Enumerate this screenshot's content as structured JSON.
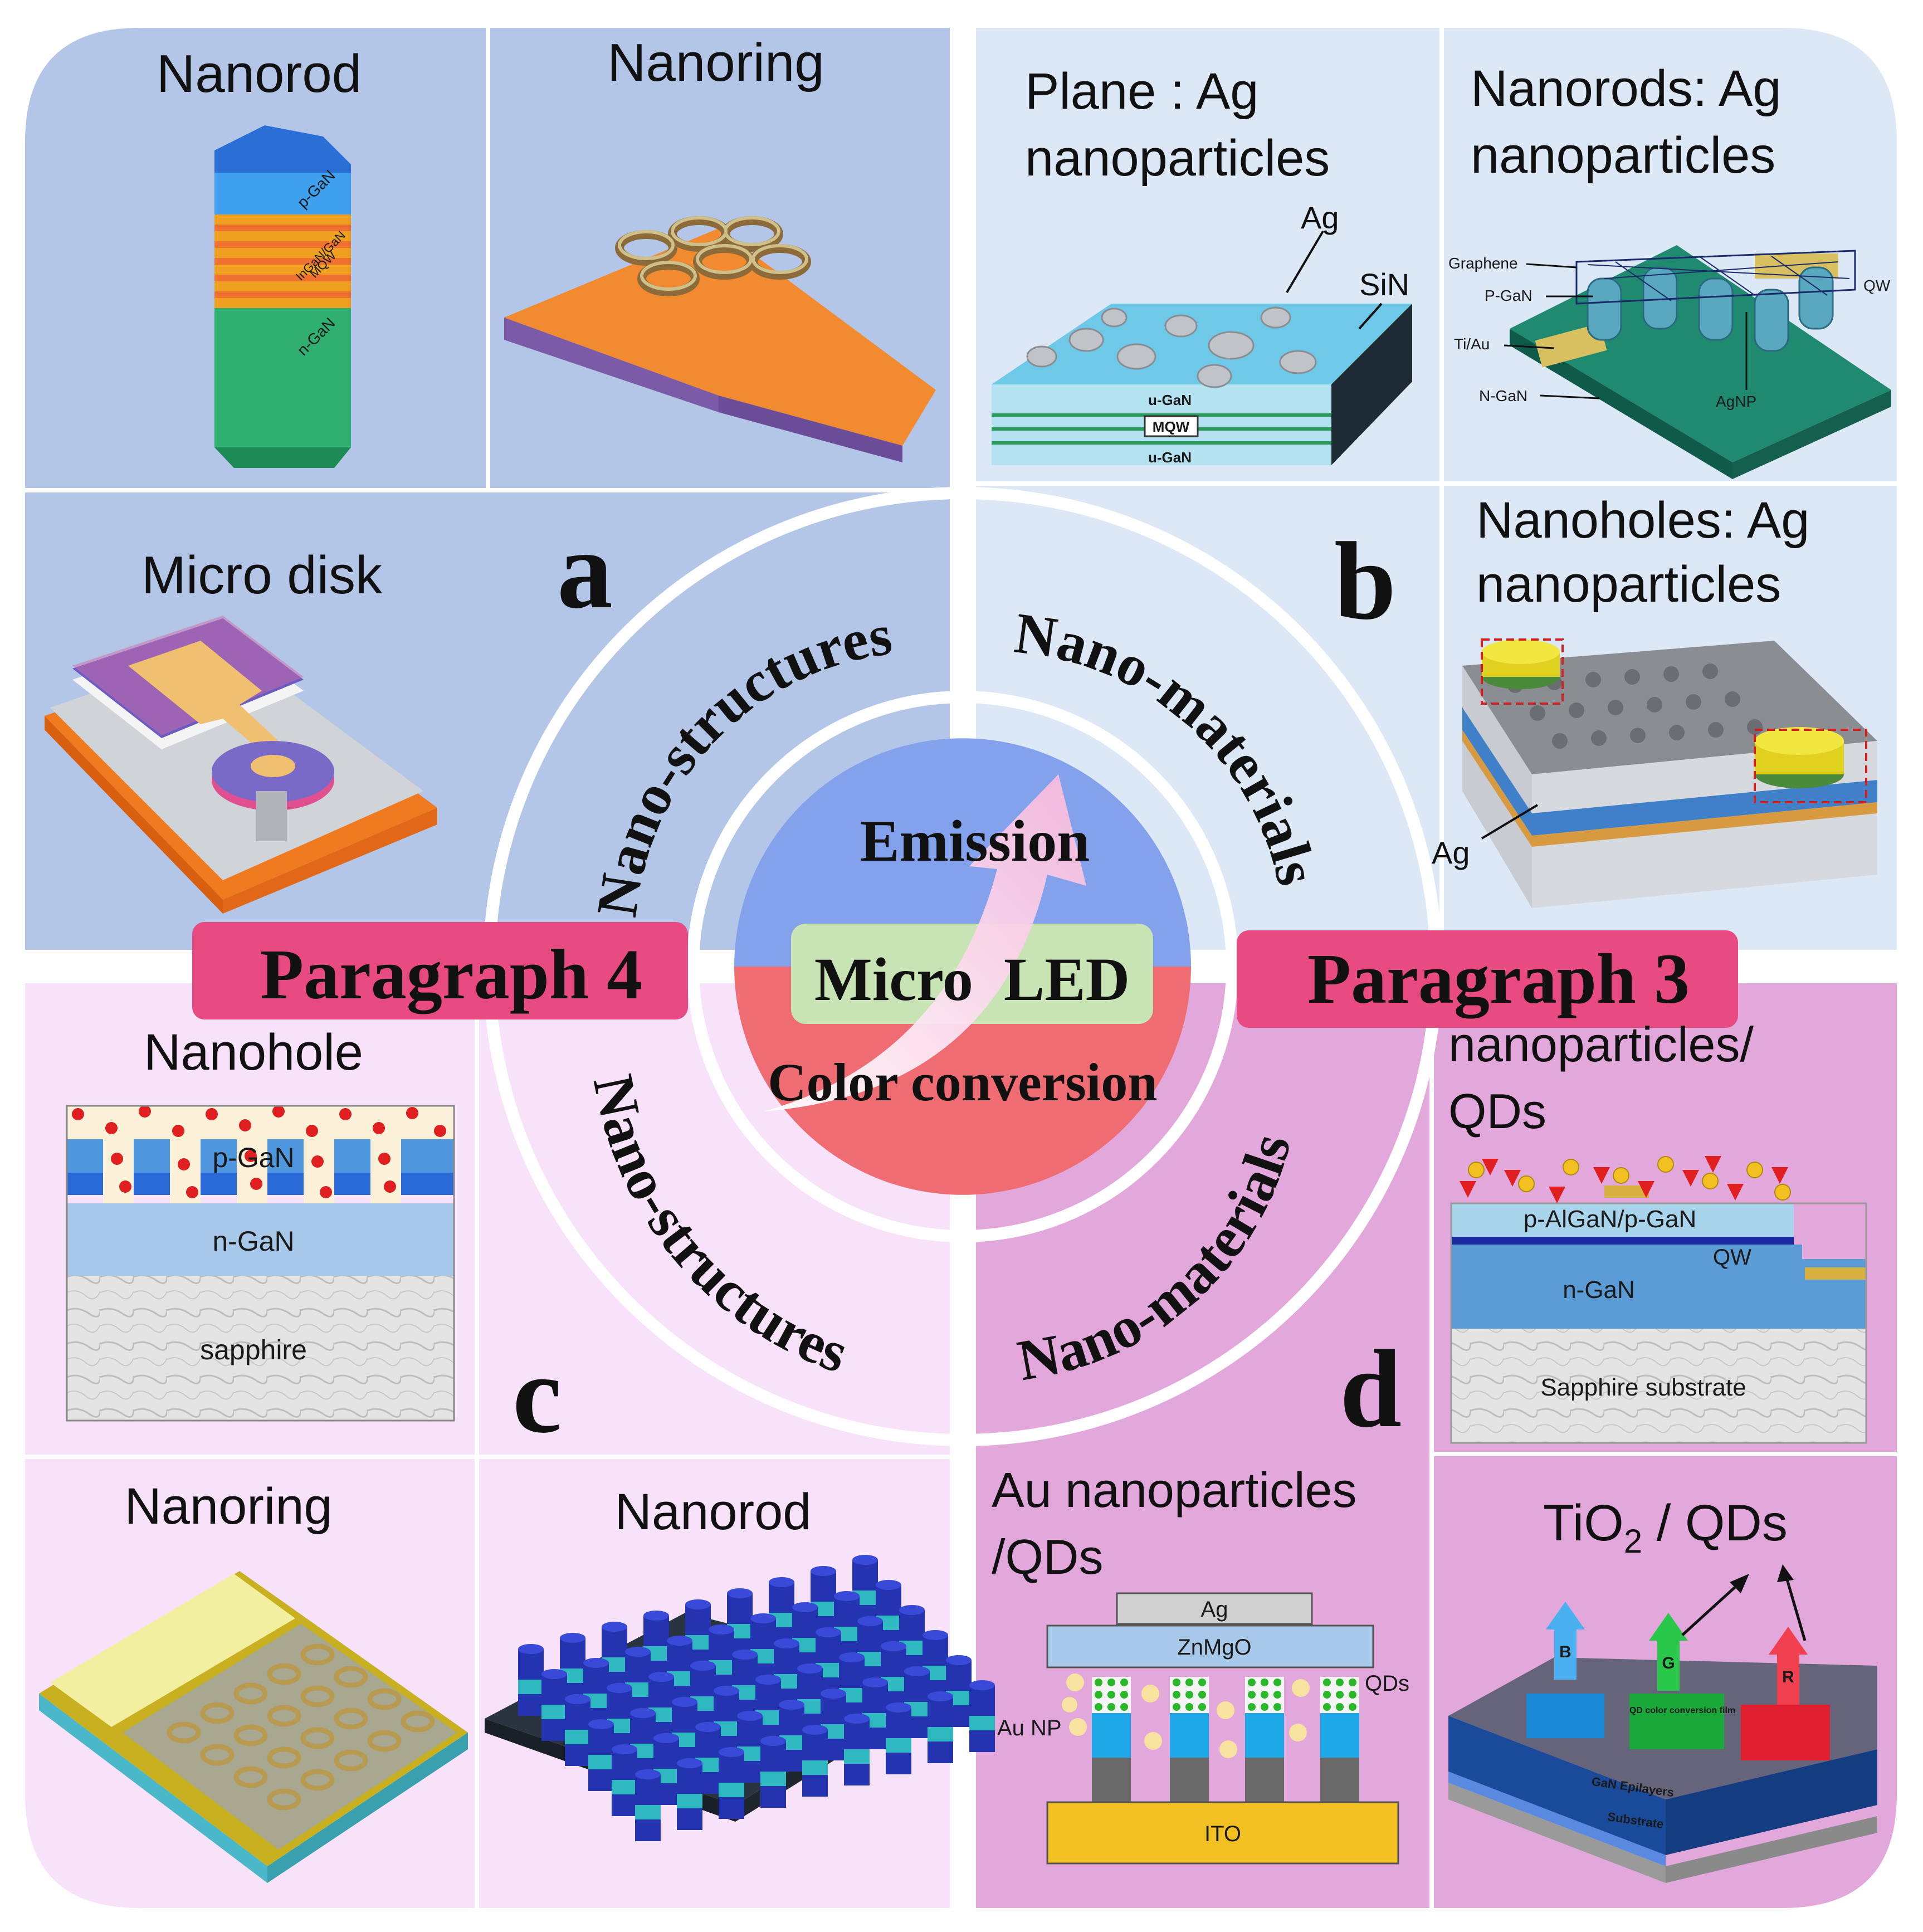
{
  "panels": {
    "a": {
      "letter": "a",
      "ring_label": "Nano-structures",
      "titles": {
        "nanorod": "Nanorod",
        "nanoring": "Nanoring",
        "microdisk": "Micro disk"
      },
      "nanorod_layers": {
        "p": "p-GaN",
        "mqw_1": "InGaN/GaN",
        "mqw_2": "MQW",
        "n": "n-GaN"
      }
    },
    "b": {
      "letter": "b",
      "ring_label": "Nano-materials",
      "plane": {
        "title_1": "Plane : Ag",
        "title_2": "nanoparticles",
        "ag": "Ag",
        "sin": "SiN",
        "ugan_top": "u-GaN",
        "mqw": "MQW",
        "ugan_bottom": "u-GaN"
      },
      "nanorods": {
        "title_1": "Nanorods: Ag",
        "title_2": "nanoparticles",
        "graphene": "Graphene",
        "pgan": "P-GaN",
        "tiau": "Ti/Au",
        "ngan": "N-GaN",
        "qw": "QW",
        "agnp": "AgNP"
      },
      "nanoholes": {
        "title_1": "Nanoholes: Ag",
        "title_2": "nanoparticles",
        "ag": "Ag"
      }
    },
    "c": {
      "letter": "c",
      "ring_label": "Nano-structures",
      "titles": {
        "nanohole": "Nanohole",
        "nanoring": "Nanoring",
        "nanorod": "Nanorod"
      },
      "layers": {
        "pgan": "p-GaN",
        "ngan": "n-GaN",
        "sapphire": "sapphire"
      }
    },
    "d": {
      "letter": "d",
      "ring_label": "Nano-materials",
      "np_qds": {
        "title_1": "nanoparticles/",
        "title_2": "QDs",
        "palgan": "p-AlGaN/p-GaN",
        "qw": "QW",
        "ngan": "n-GaN",
        "sapphire": "Sapphire substrate"
      },
      "au": {
        "title_1": "Au nanoparticles",
        "title_2": "/QDs",
        "ag": "Ag",
        "znmgo": "ZnMgO",
        "qds": "QDs",
        "aunp": "Au NP",
        "ito": "ITO"
      },
      "tio2": {
        "title_main": "TiO",
        "title_sub": "2",
        "title_rest": " / QDs",
        "b": "B",
        "g": "G",
        "r": "R",
        "film": "QD color conversion film",
        "epi": "GaN Epilayers",
        "substrate": "Substrate"
      }
    }
  },
  "center": {
    "top": "Emission",
    "middle": "Micro  LED",
    "bottom": "Color conversion"
  },
  "paragraph_left": "Paragraph 4",
  "paragraph_right": "Paragraph 3",
  "colors": {
    "panel_a": "#b4c6e7",
    "panel_b": "#dce8f5",
    "panel_c": "#f8e2fa",
    "panel_d": "#e2a8dc",
    "center_top": "#84a2ec",
    "center_bottom": "#ee6c72",
    "center_label": "#c8e4b4",
    "paragraph": "#e84a82"
  }
}
